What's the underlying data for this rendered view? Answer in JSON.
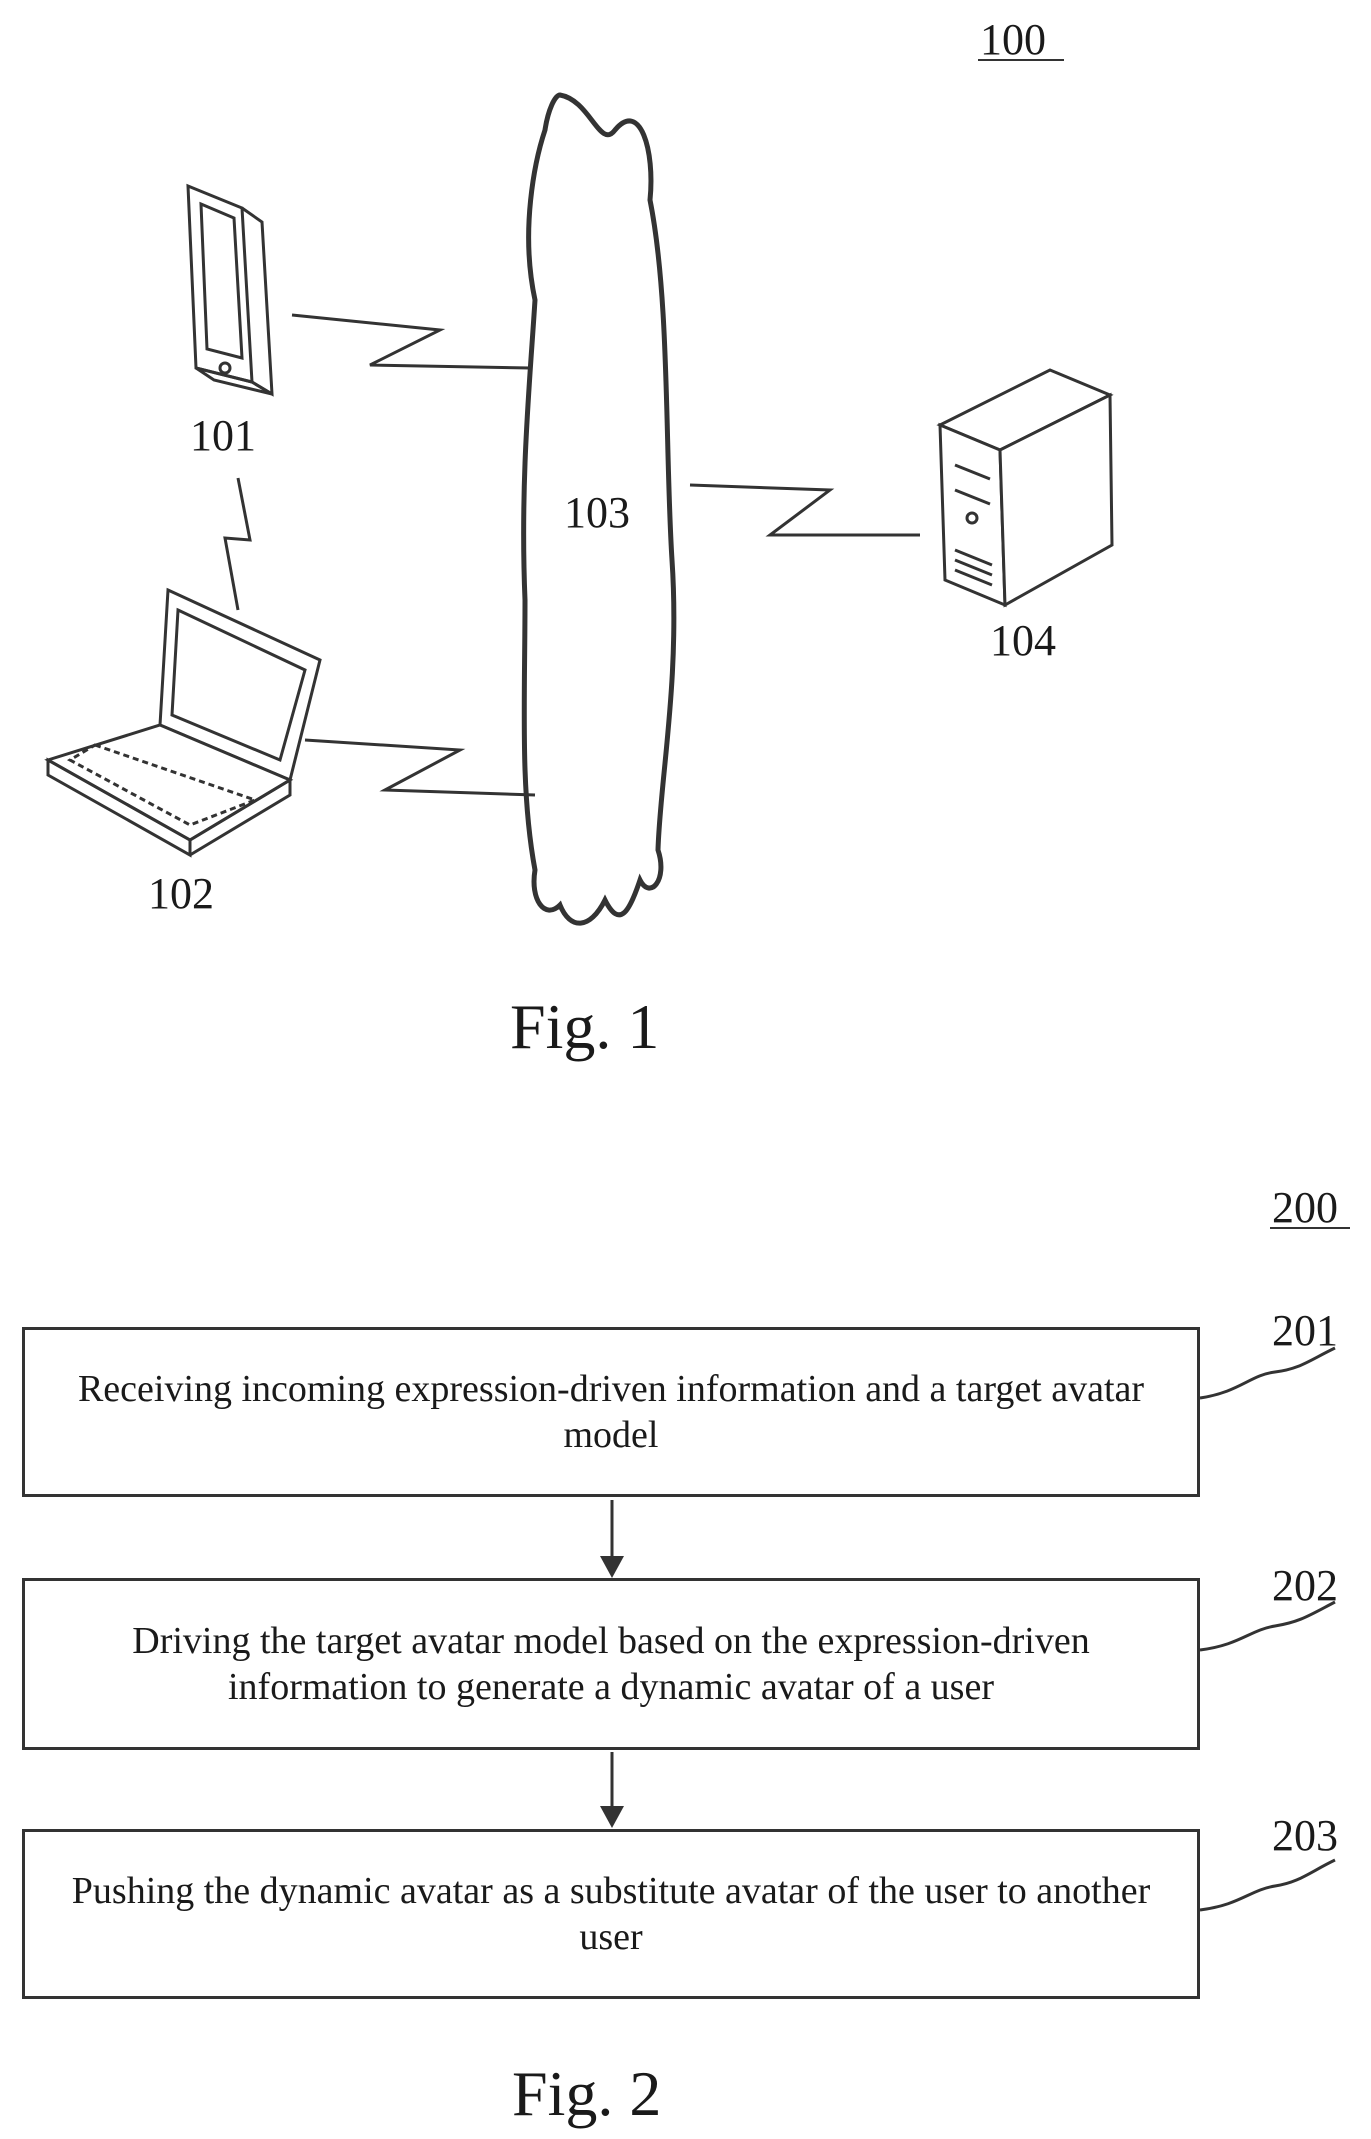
{
  "fig1": {
    "ref_label": "100",
    "terminal_tablet_label": "101",
    "terminal_laptop_label": "102",
    "network_label": "103",
    "server_label": "104",
    "caption": "Fig. 1",
    "icons": [
      "tablet-icon",
      "laptop-icon",
      "cloud-network-icon",
      "server-icon"
    ]
  },
  "fig2": {
    "ref_label": "200",
    "caption": "Fig. 2",
    "steps": [
      {
        "id": "201",
        "text": "Receiving incoming expression-driven information and a target avatar model"
      },
      {
        "id": "202",
        "text": "Driving the target avatar model based on the expression-driven information to generate a dynamic avatar of a user"
      },
      {
        "id": "203",
        "text": "Pushing the dynamic avatar as a substitute avatar of the user to another user"
      }
    ]
  }
}
